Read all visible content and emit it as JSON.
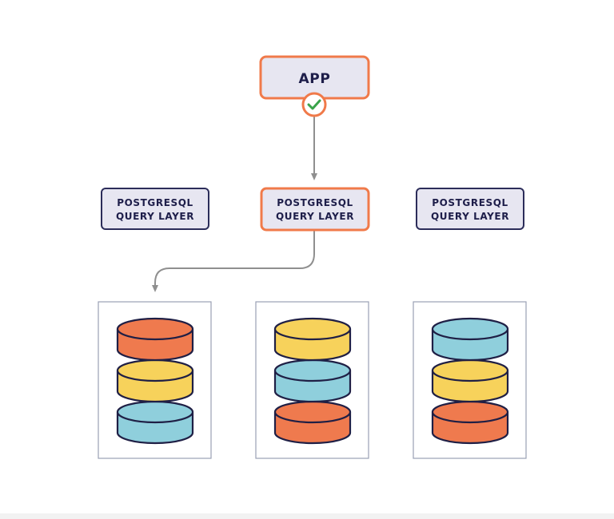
{
  "colors": {
    "accent": "#f07a4a",
    "box_fill": "#e7e6f1",
    "box_border": "#2c2d5a",
    "text": "#1e1e4a",
    "arrow": "#8f8f8f",
    "check": "#3aa34a",
    "disk_orange": "#ef7a4e",
    "disk_yellow": "#f7d25b",
    "disk_blue": "#8fcfdc",
    "outline": "#1f1f45",
    "shard_border": "#9aa0b4"
  },
  "app": {
    "label": "APP",
    "status_icon": "check-icon"
  },
  "query_layers": [
    {
      "line1": "POSTGRESQL",
      "line2": "QUERY LAYER",
      "active": false
    },
    {
      "line1": "POSTGRESQL",
      "line2": "QUERY LAYER",
      "active": true
    },
    {
      "line1": "POSTGRESQL",
      "line2": "QUERY LAYER",
      "active": false
    }
  ],
  "shards": [
    {
      "disks": [
        "orange",
        "yellow",
        "blue"
      ]
    },
    {
      "disks": [
        "yellow",
        "blue",
        "orange"
      ]
    },
    {
      "disks": [
        "blue",
        "yellow",
        "orange"
      ]
    }
  ]
}
